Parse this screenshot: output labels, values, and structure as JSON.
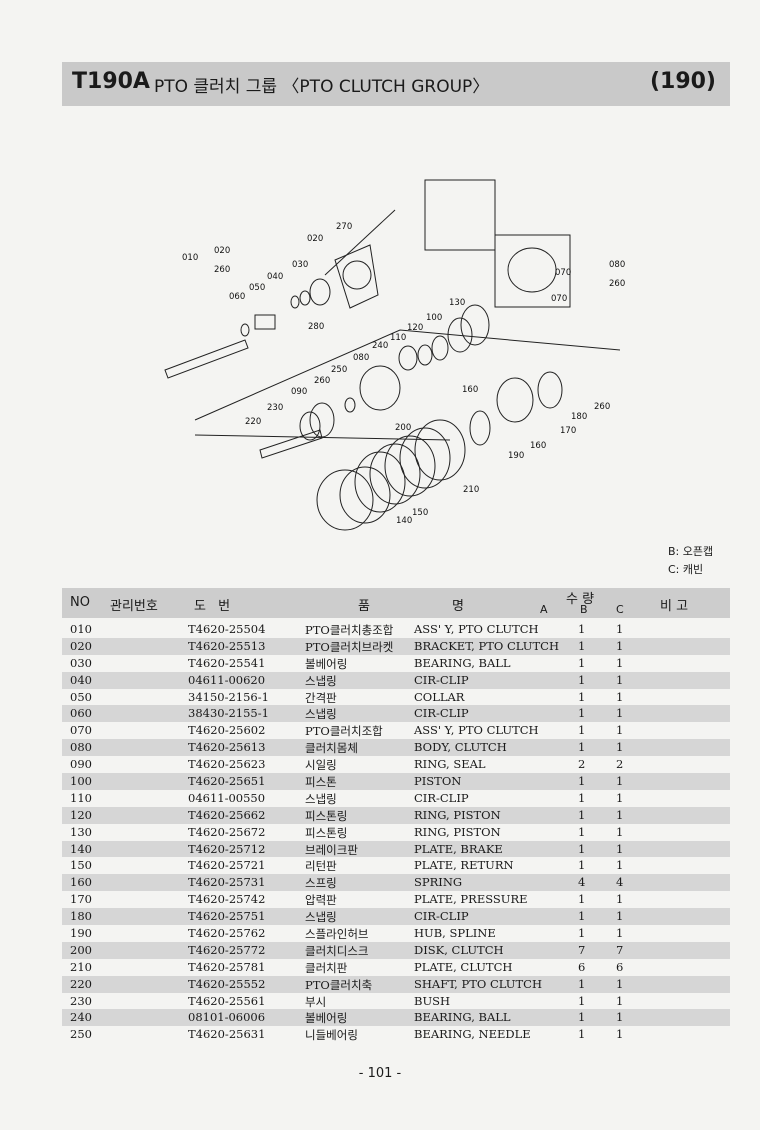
{
  "header": {
    "code": "T190A",
    "title": "PTO 클러치 그룹 〈PTO CLUTCH GROUP〉",
    "page_code": "(190)"
  },
  "legend": {
    "b": "B: 오픈캡",
    "c": "C: 캐빈"
  },
  "table": {
    "col_no": "NO",
    "col_mgmt": "관리번호",
    "col_dwg": "도 번",
    "col_name_a": "품",
    "col_name_b": "명",
    "col_qty": "수 량",
    "col_a": "A",
    "col_b": "B",
    "col_c": "C",
    "col_remark": "비 고",
    "rows": [
      {
        "no": "010",
        "dwg": "T4620-25504",
        "kr": "PTO클러치총조합",
        "en": "ASS' Y, PTO CLUTCH",
        "a": "1",
        "b": "1"
      },
      {
        "no": "020",
        "dwg": "T4620-25513",
        "kr": "PTO클러치브라켓",
        "en": "BRACKET, PTO CLUTCH",
        "a": "1",
        "b": "1"
      },
      {
        "no": "030",
        "dwg": "T4620-25541",
        "kr": "볼베어링",
        "en": "BEARING, BALL",
        "a": "1",
        "b": "1"
      },
      {
        "no": "040",
        "dwg": "04611-00620",
        "kr": "스냅링",
        "en": "CIR-CLIP",
        "a": "1",
        "b": "1"
      },
      {
        "no": "050",
        "dwg": "34150-2156-1",
        "kr": "간격판",
        "en": "COLLAR",
        "a": "1",
        "b": "1"
      },
      {
        "no": "060",
        "dwg": "38430-2155-1",
        "kr": "스냅링",
        "en": "CIR-CLIP",
        "a": "1",
        "b": "1"
      },
      {
        "no": "070",
        "dwg": "T4620-25602",
        "kr": "PTO클러치조합",
        "en": "ASS' Y, PTO CLUTCH",
        "a": "1",
        "b": "1"
      },
      {
        "no": "080",
        "dwg": "T4620-25613",
        "kr": "클러치몸체",
        "en": "BODY, CLUTCH",
        "a": "1",
        "b": "1"
      },
      {
        "no": "090",
        "dwg": "T4620-25623",
        "kr": "시일링",
        "en": "RING, SEAL",
        "a": "2",
        "b": "2"
      },
      {
        "no": "100",
        "dwg": "T4620-25651",
        "kr": "피스톤",
        "en": "PISTON",
        "a": "1",
        "b": "1"
      },
      {
        "no": "110",
        "dwg": "04611-00550",
        "kr": "스냅링",
        "en": "CIR-CLIP",
        "a": "1",
        "b": "1"
      },
      {
        "no": "120",
        "dwg": "T4620-25662",
        "kr": "피스톤링",
        "en": "RING, PISTON",
        "a": "1",
        "b": "1"
      },
      {
        "no": "130",
        "dwg": "T4620-25672",
        "kr": "피스톤링",
        "en": "RING, PISTON",
        "a": "1",
        "b": "1"
      },
      {
        "no": "140",
        "dwg": "T4620-25712",
        "kr": "브레이크판",
        "en": "PLATE, BRAKE",
        "a": "1",
        "b": "1"
      },
      {
        "no": "150",
        "dwg": "T4620-25721",
        "kr": "리턴판",
        "en": "PLATE, RETURN",
        "a": "1",
        "b": "1"
      },
      {
        "no": "160",
        "dwg": "T4620-25731",
        "kr": "스프링",
        "en": "SPRING",
        "a": "4",
        "b": "4"
      },
      {
        "no": "170",
        "dwg": "T4620-25742",
        "kr": "압력판",
        "en": "PLATE, PRESSURE",
        "a": "1",
        "b": "1"
      },
      {
        "no": "180",
        "dwg": "T4620-25751",
        "kr": "스냅링",
        "en": "CIR-CLIP",
        "a": "1",
        "b": "1"
      },
      {
        "no": "190",
        "dwg": "T4620-25762",
        "kr": "스플라인허브",
        "en": "HUB, SPLINE",
        "a": "1",
        "b": "1"
      },
      {
        "no": "200",
        "dwg": "T4620-25772",
        "kr": "클러치디스크",
        "en": "DISK, CLUTCH",
        "a": "7",
        "b": "7"
      },
      {
        "no": "210",
        "dwg": "T4620-25781",
        "kr": "클러치판",
        "en": "PLATE, CLUTCH",
        "a": "6",
        "b": "6"
      },
      {
        "no": "220",
        "dwg": "T4620-25552",
        "kr": "PTO클러치축",
        "en": "SHAFT, PTO CLUTCH",
        "a": "1",
        "b": "1"
      },
      {
        "no": "230",
        "dwg": "T4620-25561",
        "kr": "부시",
        "en": "BUSH",
        "a": "1",
        "b": "1"
      },
      {
        "no": "240",
        "dwg": "08101-06006",
        "kr": "볼베어링",
        "en": "BEARING, BALL",
        "a": "1",
        "b": "1"
      },
      {
        "no": "250",
        "dwg": "T4620-25631",
        "kr": "니들베어링",
        "en": "BEARING, NEEDLE",
        "a": "1",
        "b": "1"
      }
    ]
  },
  "diagram": {
    "labels": [
      "010",
      "020",
      "260",
      "270",
      "020",
      "030",
      "040",
      "050",
      "060",
      "280",
      "070",
      "080",
      "260",
      "070",
      "130",
      "100",
      "120",
      "110",
      "240",
      "080",
      "250",
      "260",
      "090",
      "230",
      "220",
      "160",
      "180",
      "260",
      "170",
      "160",
      "190",
      "200",
      "210",
      "150",
      "140"
    ]
  },
  "footer": {
    "page": "- 101 -"
  }
}
